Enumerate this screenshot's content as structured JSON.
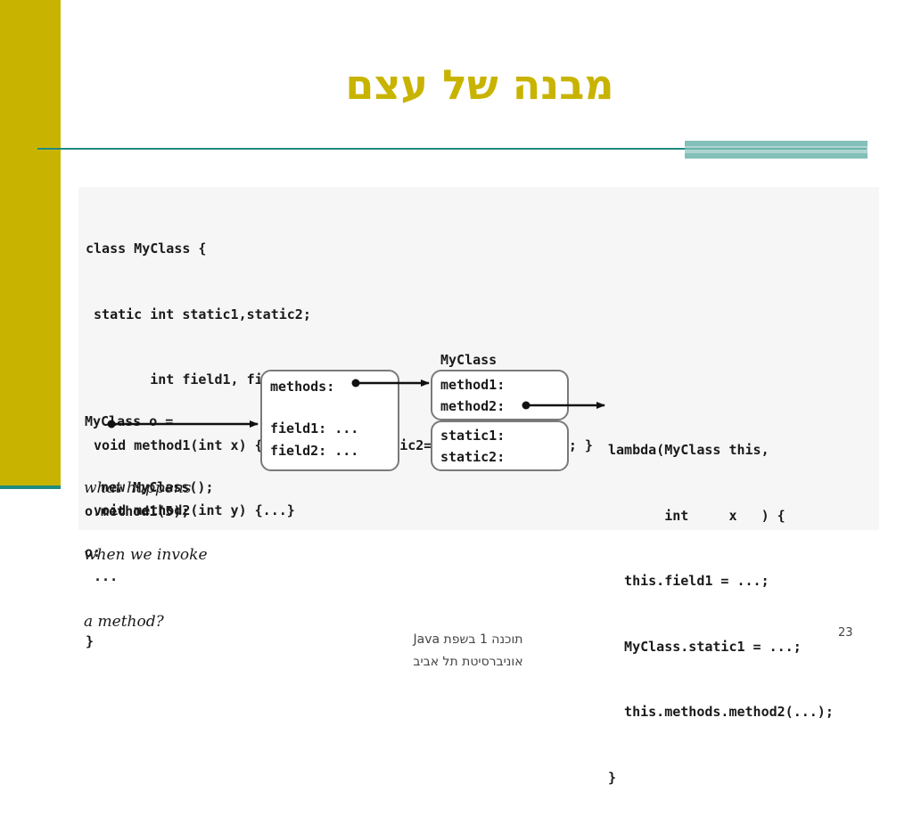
{
  "slide": {
    "title": "מבנה של עצם",
    "footer_line1": "תוכנה 1 בשפת Java",
    "footer_line2": "אוניברסיטת תל אביב",
    "page_number": "23"
  },
  "figure": {
    "code_lines": [
      "class MyClass {",
      " static int static1,static2;",
      "        int field1, field2 ;",
      " void method1(int x) { field1=...; static2=...; method2(...); }",
      " void method2(int y) {...}",
      " ...",
      "}"
    ],
    "usage_lines": [
      "MyClass o =",
      "  new MyClass();",
      "o:"
    ],
    "question_lines": [
      "what happens",
      "when we invoke",
      "a method?"
    ],
    "call_line": "o.method1(5);",
    "object_box": {
      "methods_label": "methods:",
      "field1_label": "field1: ...",
      "field2_label": "field2: ..."
    },
    "class_box": {
      "title": "MyClass",
      "method1_label": "method1:",
      "method2_label": "method2:",
      "static1_label": "static1:",
      "static2_label": "static2:"
    },
    "lambda_lines": [
      "lambda(MyClass this,",
      "       int     x   ) {",
      "  this.field1 = ...;",
      "  MyClass.static1 = ...;",
      "  this.methods.method2(...);",
      "}"
    ]
  },
  "colors": {
    "accent_olive": "#c8b400",
    "accent_teal": "#1f8a80"
  }
}
